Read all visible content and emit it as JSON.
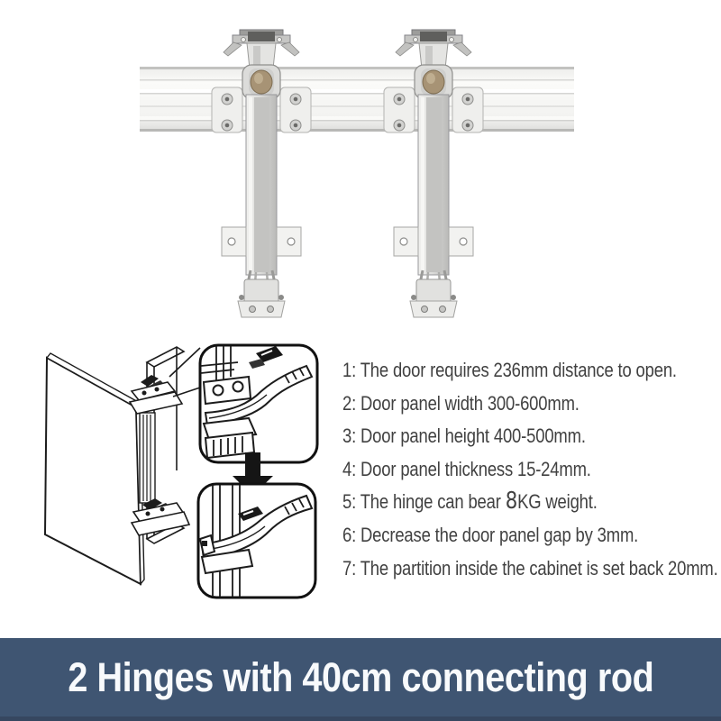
{
  "photo": {
    "name": "two hinges mounted on aluminium connecting rod",
    "rail_color": "#f5f5f3",
    "metal_light": "#efefed",
    "metal_mid": "#d8d8d6",
    "metal_dark": "#9a9a98",
    "joint_bronze": "#a79375"
  },
  "diagram": {
    "name": "door panel hinge installation diagram with zoom insets",
    "line_color": "#1c1c1c"
  },
  "spec_list": {
    "text_color": "#414141",
    "items": [
      {
        "text": "1: The door requires 236mm distance to open."
      },
      {
        "text": "2: Door panel width 300-600mm."
      },
      {
        "text": "3: Door panel height 400-500mm."
      },
      {
        "text": "4: Door panel thickness 15-24mm."
      },
      {
        "prefix": "5: The hinge can bear ",
        "weight_number": "8",
        "suffix": "KG weight."
      },
      {
        "text": "6: Decrease the door panel gap by 3mm."
      },
      {
        "text": "7: The partition inside the cabinet is set back 20mm."
      }
    ]
  },
  "banner": {
    "label": "2 Hinges with 40cm connecting rod",
    "bg_color": "#3f5572",
    "text_color": "#f8fafc"
  }
}
